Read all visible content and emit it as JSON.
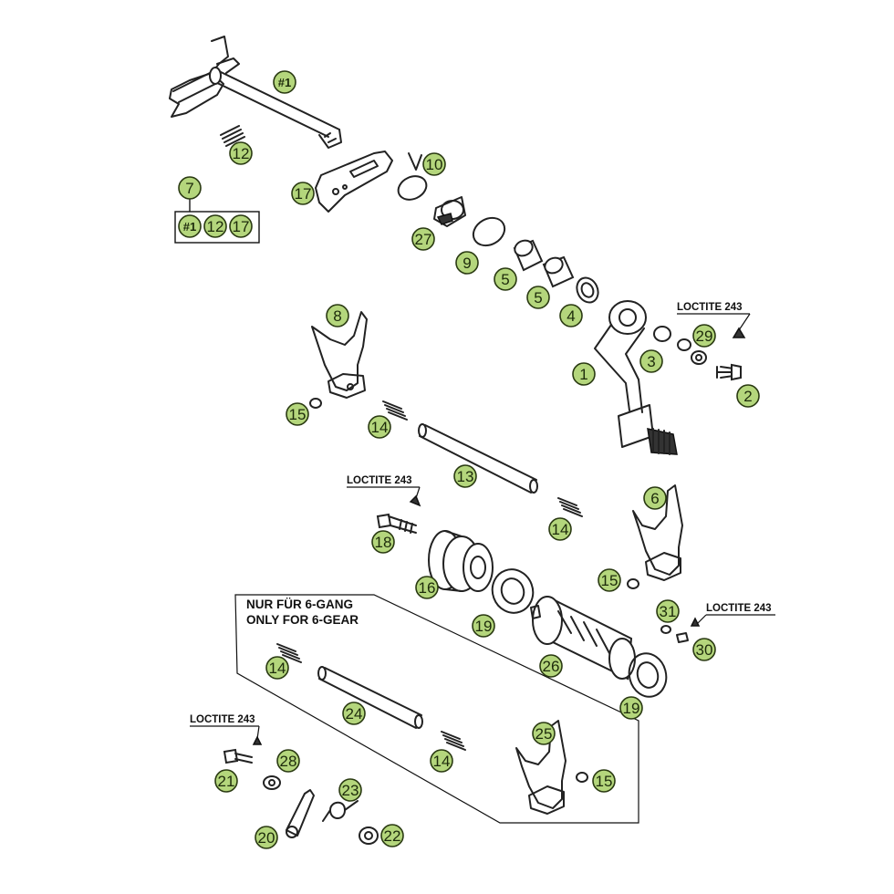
{
  "callouts": [
    {
      "id": "c-1a",
      "label": "#1"
    },
    {
      "id": "c-12a",
      "label": "12"
    },
    {
      "id": "c-10",
      "label": "10"
    },
    {
      "id": "c-17a",
      "label": "17"
    },
    {
      "id": "c-7",
      "label": "7"
    },
    {
      "id": "c-1b",
      "label": "#1"
    },
    {
      "id": "c-12b",
      "label": "12"
    },
    {
      "id": "c-17b",
      "label": "17"
    },
    {
      "id": "c-27",
      "label": "27"
    },
    {
      "id": "c-9",
      "label": "9"
    },
    {
      "id": "c-5a",
      "label": "5"
    },
    {
      "id": "c-5b",
      "label": "5"
    },
    {
      "id": "c-4",
      "label": "4"
    },
    {
      "id": "c-8",
      "label": "8"
    },
    {
      "id": "c-29",
      "label": "29"
    },
    {
      "id": "c-3",
      "label": "3"
    },
    {
      "id": "c-1",
      "label": "1"
    },
    {
      "id": "c-2",
      "label": "2"
    },
    {
      "id": "c-15a",
      "label": "15"
    },
    {
      "id": "c-14a",
      "label": "14"
    },
    {
      "id": "c-13",
      "label": "13"
    },
    {
      "id": "c-6",
      "label": "6"
    },
    {
      "id": "c-14b",
      "label": "14"
    },
    {
      "id": "c-18",
      "label": "18"
    },
    {
      "id": "c-16",
      "label": "16"
    },
    {
      "id": "c-15b",
      "label": "15"
    },
    {
      "id": "c-31",
      "label": "31"
    },
    {
      "id": "c-19a",
      "label": "19"
    },
    {
      "id": "c-30",
      "label": "30"
    },
    {
      "id": "c-26",
      "label": "26"
    },
    {
      "id": "c-14c",
      "label": "14"
    },
    {
      "id": "c-24",
      "label": "24"
    },
    {
      "id": "c-19b",
      "label": "19"
    },
    {
      "id": "c-25",
      "label": "25"
    },
    {
      "id": "c-14d",
      "label": "14"
    },
    {
      "id": "c-21",
      "label": "21"
    },
    {
      "id": "c-28",
      "label": "28"
    },
    {
      "id": "c-15c",
      "label": "15"
    },
    {
      "id": "c-23",
      "label": "23"
    },
    {
      "id": "c-20",
      "label": "20"
    },
    {
      "id": "c-22",
      "label": "22"
    }
  ],
  "loctite": [
    {
      "id": "loc-1",
      "text": "LOCTITE 243"
    },
    {
      "id": "loc-2",
      "text": "LOCTITE 243"
    },
    {
      "id": "loc-3",
      "text": "LOCTITE 243"
    },
    {
      "id": "loc-4",
      "text": "LOCTITE 243"
    }
  ],
  "note": {
    "line1": "NUR FÜR 6-GANG",
    "line2": "ONLY FOR 6-GEAR"
  },
  "colors": {
    "callout_fill": "#b4d67c",
    "line": "#222222"
  }
}
